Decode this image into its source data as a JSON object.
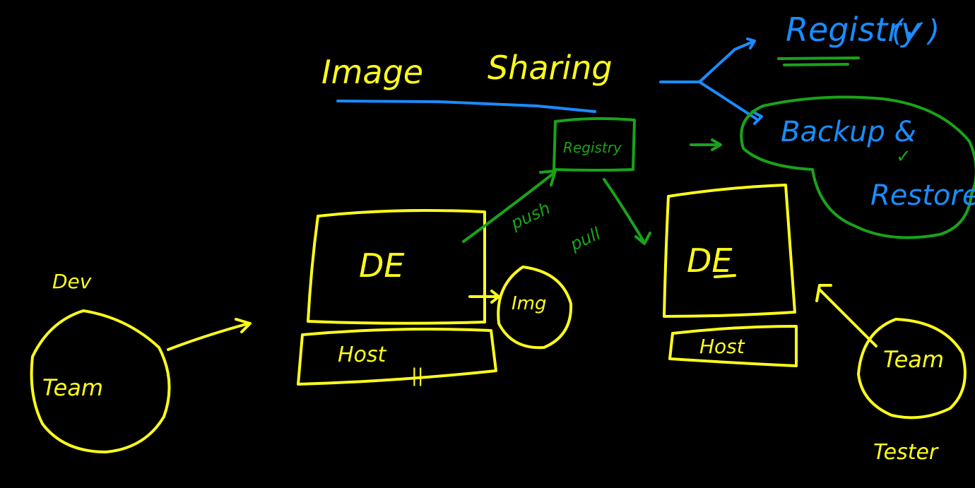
{
  "title": {
    "image": "Image",
    "sharing": "Sharing"
  },
  "registry_box": "Registry",
  "registry_option": "Registry",
  "registry_check": "(✓)",
  "backup": "Backup &",
  "backup_check": "✓",
  "restore": "Restore",
  "dev_label": "Dev",
  "dev_team": "Team",
  "tester_team": "Team",
  "tester_label": "Tester",
  "left_machine": {
    "screen": "DE",
    "host": "Host",
    "mark": "||"
  },
  "right_machine": {
    "screen": "DE",
    "host": "Host"
  },
  "img_label": "Img",
  "push_label": "push",
  "pull_label": "pull",
  "colors": {
    "yellow": "#ffff1a",
    "green": "#1aa31a",
    "blue": "#1a8cff",
    "background": "#000000"
  }
}
